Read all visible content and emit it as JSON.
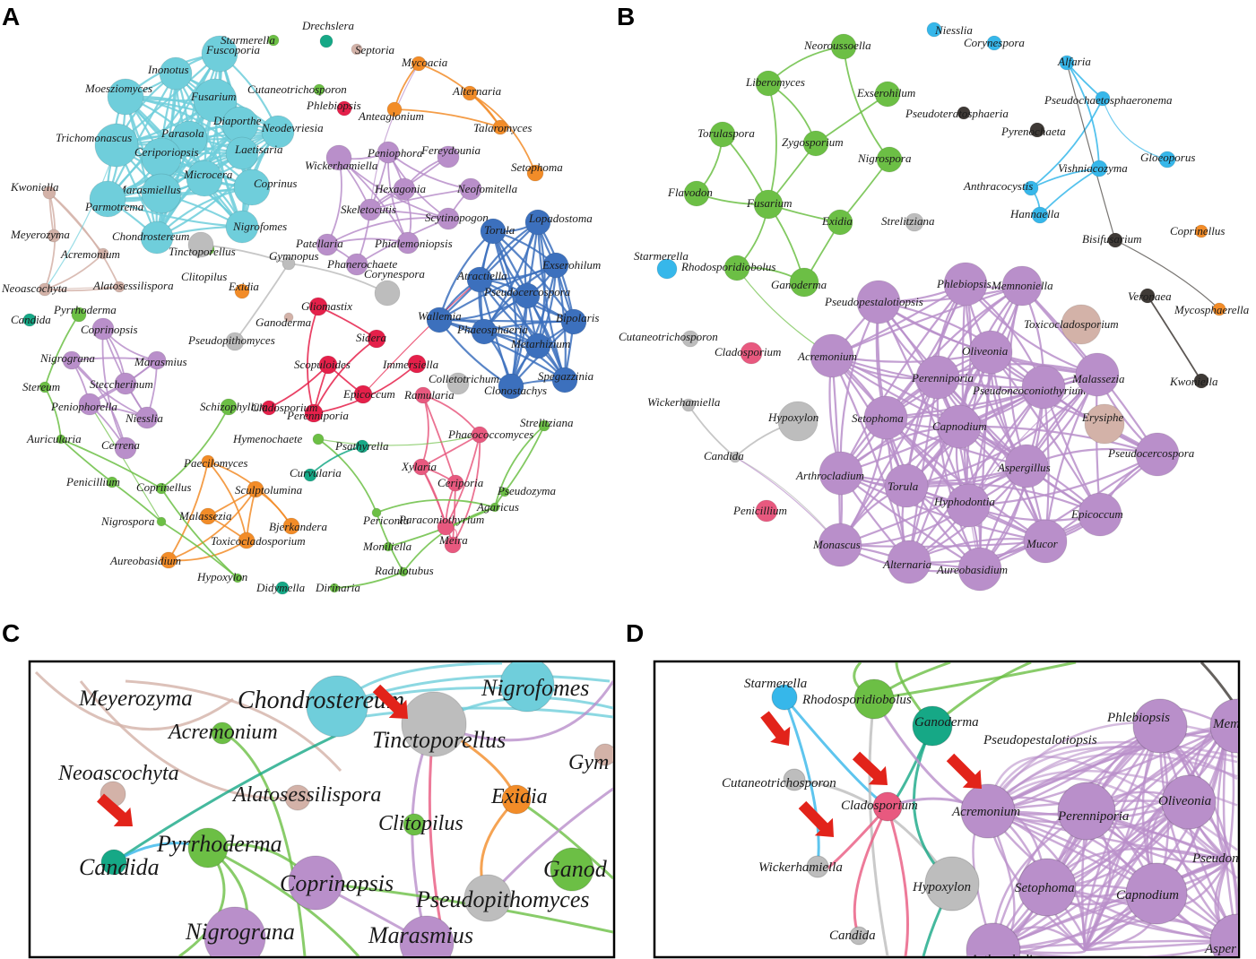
{
  "panels": [
    {
      "letter": "A"
    },
    {
      "letter": "B"
    },
    {
      "letter": "C"
    },
    {
      "letter": "D"
    }
  ],
  "colors": {
    "cyan": "#6fcedb",
    "purple": "#b98fca",
    "blue": "#3c70bd",
    "orange": "#f28c28",
    "crimson": "#e5204a",
    "pink": "#e8597f",
    "green": "#6cbf45",
    "teal": "#16a886",
    "gray": "#bdbdbd",
    "tan": "#d3b2a8",
    "dark": "#3f3a36",
    "skyblue": "#36b7ea",
    "arrow": "#e2231a"
  },
  "network_a": {
    "cyan": [
      "Fuscoporia",
      "Inonotus",
      "Moesziomyces",
      "Fusarium",
      "Diaporthe",
      "Parasola",
      "Neodevriesia",
      "Laetisaria",
      "Trichomonascus",
      "Ceriporiopsis",
      "Microcera",
      "Marasmiellus",
      "Coprinus",
      "Parmotrema",
      "Nigrofomes",
      "Chondrostereum"
    ],
    "purple": [
      "Wickerhamiella",
      "Peniophora",
      "Fereydounia",
      "Hexagonia",
      "Neofomitella",
      "Skeletocutis",
      "Scytinopogon",
      "Patellaria",
      "Phialemoniopsis",
      "Phanerochaete",
      "Coprinopsis",
      "Nigrograna",
      "Marasmius",
      "Steccherinum",
      "Peniophorella",
      "Niesslia",
      "Cerrena"
    ],
    "blue": [
      "Lopadostoma",
      "Torula",
      "Exserohilum",
      "Atractiella",
      "Pseudocercospora",
      "Wallemia",
      "Bipolaris",
      "Phaeosphaeria",
      "Metarhizium",
      "Spegazzinia",
      "Clonostachys"
    ],
    "orange": [
      "Mycoacia",
      "Alternaria",
      "Anteaglonium",
      "Talaromyces",
      "Setophoma",
      "Exidia",
      "Paecilomyces",
      "Sculptolumina",
      "Malassezia",
      "Bjerkandera",
      "Toxicocladosporium",
      "Aureobasidium"
    ],
    "crimson": [
      "Phlebiopsis",
      "Gliomastix",
      "Sidera",
      "Scopuloides",
      "Immersiella",
      "Epicoccum",
      "Perenniporia",
      "Cladosporium"
    ],
    "pink": [
      "Ramularia",
      "Phaeococcomyces",
      "Xylaria",
      "Ceriporia",
      "Paraconiothyrium",
      "Meira"
    ],
    "green": [
      "Starmerella",
      "Cutaneotrichosporon",
      "Pyrrhoderma",
      "Stereum",
      "Auricularia",
      "Penicillium",
      "Schizophyllum",
      "Clitopilus",
      "Coprinellus",
      "Nigrospora",
      "Hypoxylon",
      "Strelitziana",
      "Pseudozyma",
      "Agaricus",
      "Periconia",
      "Moniliella",
      "Radulotubus",
      "Dirinaria",
      "Hymenochaete"
    ],
    "teal": [
      "Drechslera",
      "Candida",
      "Psathyrella",
      "Curvularia",
      "Didymella"
    ],
    "gray": [
      "Tinctoporellus",
      "Corynespora",
      "Pseudopithomyces",
      "Colletotrichum",
      "Gymnopus"
    ],
    "tan": [
      "Kwoniella",
      "Meyerozyma",
      "Acremonium",
      "Neoascochyta",
      "Alatosessilispora",
      "Septoria",
      "Ganoderma"
    ]
  },
  "network_b": {
    "green": [
      "Neoroussoella",
      "Liberomyces",
      "Exserohilum",
      "Torulaspora",
      "Zygosporium",
      "Nigrospora",
      "Flavodon",
      "Fusarium",
      "Exidia",
      "Rhodosporidiobolus",
      "Ganoderma"
    ],
    "skyblue": [
      "Niesslia",
      "Corynespora",
      "Alfaria",
      "Pseudochaetosphaeronema",
      "Vishniacozyma",
      "Gloeoporus",
      "Anthracocystis",
      "Hannaella",
      "Starmerella"
    ],
    "dark": [
      "Pseudoteratosphaeria",
      "Pyrenochaeta",
      "Bisifusarium",
      "Veronaea",
      "Kwoniella"
    ],
    "orange": [
      "Coprinellus",
      "Mycosphaerella"
    ],
    "gray": [
      "Strelitziana",
      "Cutaneotrichosporon",
      "Wickerhamiella",
      "Candida",
      "Hypoxylon"
    ],
    "pink": [
      "Cladosporium",
      "Penicillium"
    ],
    "purple": [
      "Pseudopestalotiopsis",
      "Phlebiopsis",
      "Memnoniella",
      "Acremonium",
      "Perenniporia",
      "Oliveonia",
      "Pseudoneoconiothyrium",
      "Malassezia",
      "Setophoma",
      "Capnodium",
      "Arthrocladium",
      "Torula",
      "Aspergillus",
      "Pseudocercospora",
      "Hyphodontia",
      "Epicoccum",
      "Monascus",
      "Alternaria",
      "Aureobasidium",
      "Mucor"
    ],
    "tan": [
      "Toxicocladosporium",
      "Erysiphe"
    ]
  },
  "zoom_c": [
    "Chondrostereum",
    "Nigrofomes",
    "Meyerozyma",
    "Acremonium",
    "Tinctoporellus",
    "Neoascochyta",
    "Alatosessilispora",
    "Exidia",
    "Clitopilus",
    "Gym",
    "Pyrrhoderma",
    "Candida",
    "Coprinopsis",
    "Pseudopithomyces",
    "Ganod",
    "Nigrograna",
    "Marasmius"
  ],
  "zoom_d": [
    "Starmerella",
    "Rhodosporidiobolus",
    "Ganoderma",
    "Phlebiopsis",
    "Memno",
    "Pseudopestalotiopsis",
    "Cutaneotrichosporon",
    "Cladosporium",
    "Acremonium",
    "Perenniporia",
    "Oliveonia",
    "Wickerhamiella",
    "Hypoxylon",
    "Setophoma",
    "Capnodium",
    "Pseudoneo",
    "Candida",
    "Asper",
    "Arthrocladium"
  ]
}
